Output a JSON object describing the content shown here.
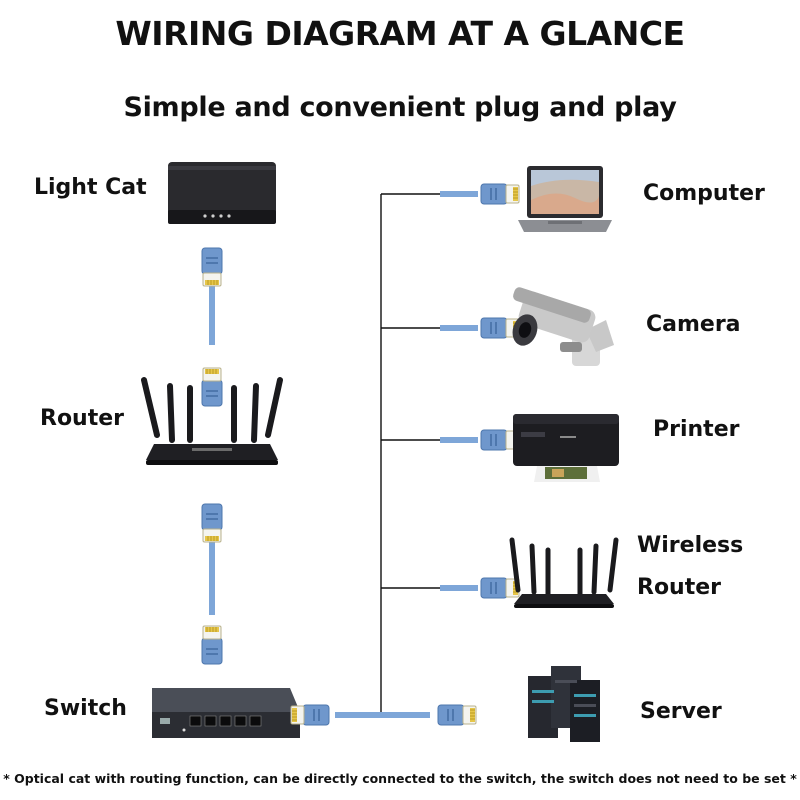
{
  "title": "WIRING DIAGRAM AT A GLANCE",
  "subtitle": "Simple and convenient plug and play",
  "devices": {
    "light_cat": "Light Cat",
    "router": "Router",
    "switch": "Switch",
    "computer": "Computer",
    "camera": "Camera",
    "printer": "Printer",
    "wireless_router_line1": "Wireless",
    "wireless_router_line2": "Router",
    "server": "Server"
  },
  "footnote": "* Optical cat with routing function, can be directly connected to the switch, the switch does not need to be set *",
  "colors": {
    "cable": "#7ea6d8",
    "cable_dark": "#5d86bd",
    "connector_gold": "#e6c64a",
    "device_dark": "#1e1e22",
    "wire": "#111111"
  },
  "icons": [
    "light-cat-device",
    "router-device",
    "switch-device",
    "laptop-device",
    "camera-device",
    "printer-device",
    "wireless-router-device",
    "server-device",
    "ethernet-cable"
  ]
}
